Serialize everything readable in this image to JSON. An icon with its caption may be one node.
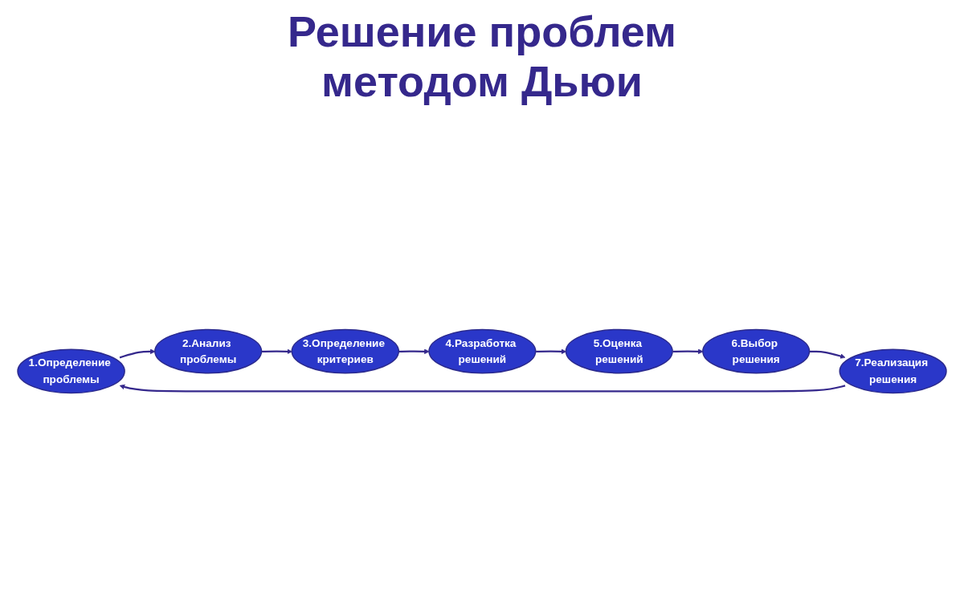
{
  "diagram": {
    "title": "Решение проблем методом Дьюи",
    "nodes": [
      {
        "text": [
          "1.Определение проблемы"
        ]
      },
      {
        "text": [
          "2.Анализ проблемы"
        ]
      },
      {
        "text": [
          "3.Определение критериев"
        ]
      },
      {
        "text": [
          "4.Разработка решений"
        ]
      },
      {
        "text": [
          "5.Оценка решений"
        ]
      },
      {
        "text": [
          "6.Выбор решения"
        ]
      },
      {
        "text": [
          "7.Реализация решения"
        ]
      }
    ],
    "edges": [
      {
        "from": 0,
        "to": 1,
        "arrow": "to"
      },
      {
        "from": 1,
        "to": 2,
        "arrow": "to"
      },
      {
        "from": 2,
        "to": 3,
        "arrow": "to"
      },
      {
        "from": 3,
        "to": 4,
        "arrow": "to"
      },
      {
        "from": 4,
        "to": 5,
        "arrow": "to"
      },
      {
        "from": 5,
        "to": 6,
        "arrow": "to"
      },
      {
        "from": 6,
        "to": 0,
        "arrow": "to"
      }
    ]
  }
}
